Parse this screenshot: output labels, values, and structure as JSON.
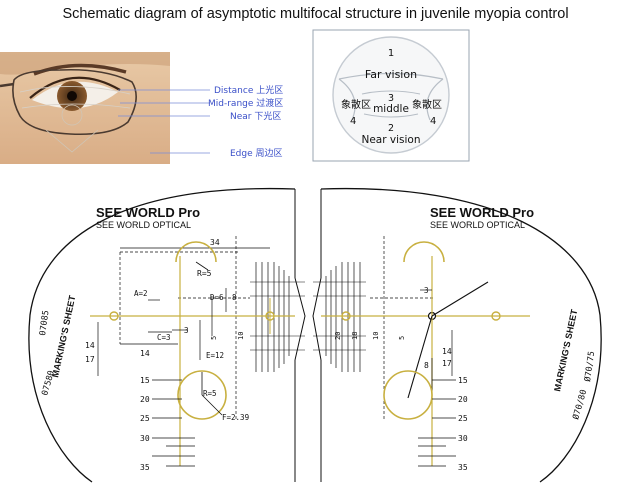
{
  "title": "Schematic diagram of asymptotic multifocal structure in juvenile myopia control",
  "eye_labels": {
    "distance": "Distance 上光区",
    "midrange": "Mid-range 过渡区",
    "near": "Near 下光区",
    "edge": "Edge 周边区"
  },
  "lens_zones": {
    "z1_num": "1",
    "z1_label": "Far vision",
    "z3_num": "3",
    "z3_label": "middle",
    "z2_num": "2",
    "z2_label": "Near vision",
    "left_periph": "象散区",
    "left_num": "4",
    "right_periph": "象散区",
    "right_num": "4"
  },
  "left_sheet": {
    "brand": "SEE WORLD Pro",
    "sub": "SEE WORLD OPTICAL",
    "marking": "MARKING'S SHEET",
    "code1": "07085",
    "code2": "07580",
    "dim_34": "34",
    "r5_top": "R=5",
    "d6": "D=6",
    "v8": "8",
    "a2": "A=2",
    "c3": "C=3",
    "v3": "3",
    "v14": "14",
    "v14_17_a": "14",
    "v14_17_b": "17",
    "e12": "E=12",
    "r5_bot": "R=5",
    "f": "F=2.39",
    "v10": "10",
    "v5": "5",
    "scale": [
      "15",
      "20",
      "25",
      "30",
      "35"
    ]
  },
  "right_sheet": {
    "brand": "SEE WORLD Pro",
    "sub": "SEE WORLD OPTICAL",
    "marking": "MARKING'S SHEET",
    "code1": "Ø70/75",
    "code2": "Ø70/80",
    "v3": "3",
    "v8": "8",
    "v14": "14",
    "v17": "17",
    "v10": "10",
    "v5": "5",
    "v20": "20",
    "v18": "18",
    "scale": [
      "15",
      "20",
      "25",
      "30",
      "35"
    ]
  }
}
